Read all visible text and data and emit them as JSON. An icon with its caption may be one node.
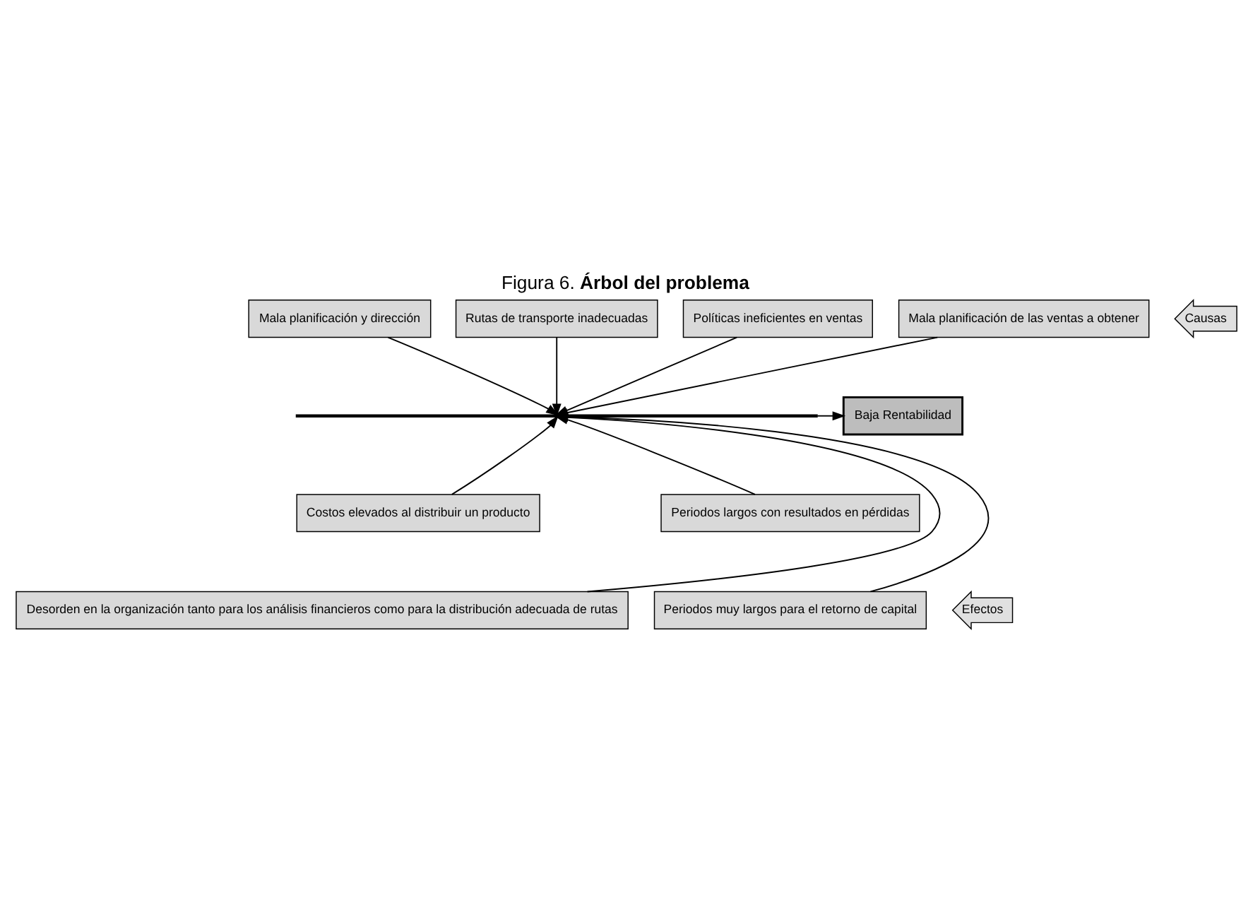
{
  "diagram": {
    "title": "Figura 6. **Árbol del problema**",
    "nodes": [
      {
        "text": [
          "Mala planificación y dirección"
        ]
      },
      {
        "text": [
          "Rutas de transporte inadecuadas"
        ]
      },
      {
        "text": [
          "Políticas ineficientes en ventas"
        ]
      },
      {
        "text": [
          "Mala planificación de las ventas a obtener"
        ]
      },
      {
        "text": [
          "Causas"
        ]
      },
      {
        "text": [],
        "shape": "bar"
      },
      {
        "text": [
          "Baja Rentabilidad"
        ]
      },
      {
        "text": [
          "Costos elevados al distribuir un producto"
        ]
      },
      {
        "text": [
          "Periodos largos con resultados en pérdidas"
        ]
      },
      {
        "text": [
          "Desorden en la organización tanto para los análisis financieros como para la distribución adecuada de rutas"
        ]
      },
      {
        "text": [
          "Periodos muy largos para el retorno de capital"
        ]
      },
      {
        "text": [
          "Efectos"
        ]
      }
    ],
    "edges": [
      {
        "from": 0,
        "to": 5,
        "arrow": "to"
      },
      {
        "from": 1,
        "to": 5,
        "arrow": "to"
      },
      {
        "from": 2,
        "to": 5,
        "arrow": "to"
      },
      {
        "from": 3,
        "to": 5,
        "arrow": "to"
      },
      {
        "from": 9,
        "to": 5,
        "arrow": "to"
      },
      {
        "from": 7,
        "to": 5,
        "arrow": "to"
      },
      {
        "from": 10,
        "to": 5,
        "arrow": "to"
      },
      {
        "from": 8,
        "to": 5,
        "arrow": "to"
      },
      {
        "from": 5,
        "to": 6,
        "arrow": "to"
      }
    ]
  }
}
